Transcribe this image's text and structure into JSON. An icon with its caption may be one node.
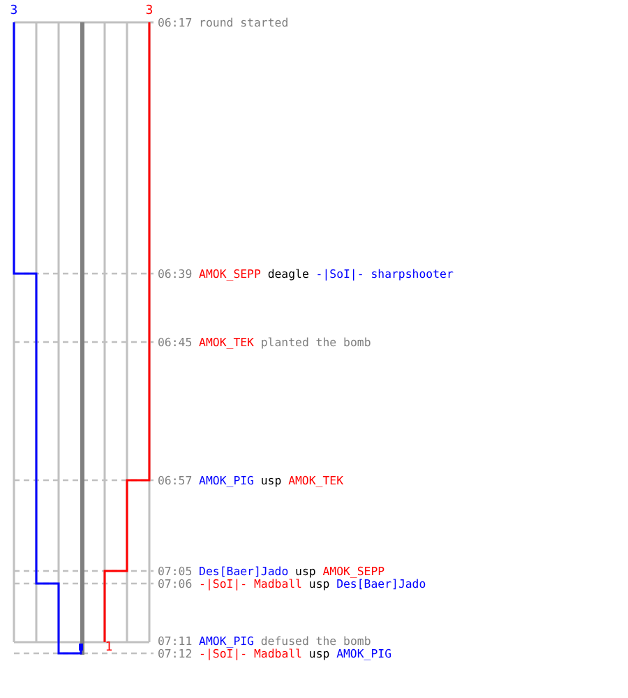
{
  "diagram": {
    "labels": [
      "3",
      "3",
      "06:17",
      "round started",
      "06:39",
      "AMOK_SEPP",
      "deagle",
      "-|SoI|- sharpshooter",
      "06:45",
      "AMOK_TEK",
      "planted the bomb",
      "06:57",
      "AMOK_PIG",
      "usp",
      "AMOK_TEK",
      "07:05",
      "Des[Baer]Jado",
      "usp",
      "AMOK_SEPP",
      "07:06",
      "-|SoI|- Madball",
      "usp",
      "Des[Baer]Jado",
      "07:11",
      "AMOK_PIG",
      "defused the bomb",
      "1",
      "07:12",
      "-|SoI|- Madball",
      "usp",
      "AMOK_PIG"
    ]
  }
}
